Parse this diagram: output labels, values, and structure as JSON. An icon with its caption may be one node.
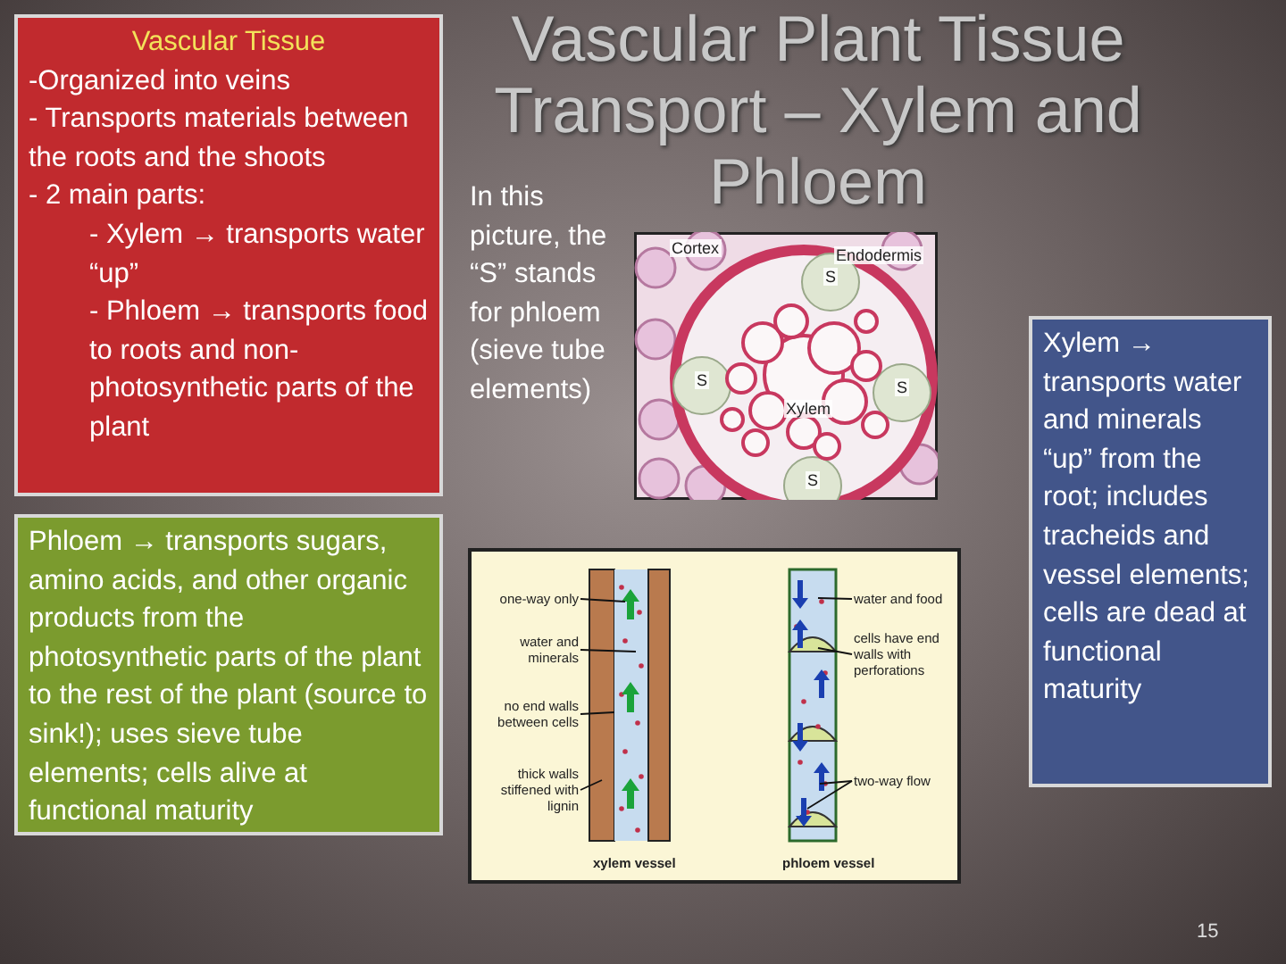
{
  "diagram": {
    "title": "Vascular Plant Tissue Transport – Xylem and Phloem",
    "nodes": [
      {
        "text": [
          "Vascular Tissue",
          "-Organized into veins",
          "- Transports materials between the roots and the shoots",
          "- 2 main parts:",
          "- Xylem → transports water “up”",
          "- Phloem → transports food to roots and non-photosynthetic parts of the plant"
        ]
      },
      {
        "text": [
          "Phloem → transports sugars, amino acids, and other organic products from the photosynthetic parts of the plant to the rest of the plant (source to sink!); uses sieve tube elements; cells alive at functional maturity"
        ]
      },
      {
        "text": [
          "Xylem → transports water and minerals “up” from the root; includes tracheids and vessel elements; cells are dead at functional maturity"
        ]
      },
      {
        "text": [
          "one-way only"
        ]
      },
      {
        "text": [
          "water and minerals"
        ]
      },
      {
        "text": [
          "no end walls between cells"
        ]
      },
      {
        "text": [
          "thick walls stiffened with lignin"
        ]
      },
      {
        "text": [
          "water and food"
        ]
      },
      {
        "text": [
          "cells have end walls with perforations"
        ]
      },
      {
        "text": [
          "two-way flow"
        ]
      }
    ],
    "edges": [
      {
        "from": 3,
        "to": null,
        "arrow": "none"
      },
      {
        "from": 4,
        "to": null,
        "arrow": "none"
      },
      {
        "from": 5,
        "to": null,
        "arrow": "none"
      },
      {
        "from": 6,
        "to": null,
        "arrow": "none"
      },
      {
        "from": 7,
        "to": null,
        "arrow": "none"
      },
      {
        "from": 8,
        "to": null,
        "arrow": "none"
      },
      {
        "from": 9,
        "to": null,
        "arrow": "none"
      },
      {
        "from": 9,
        "to": null,
        "arrow": "none"
      }
    ],
    "labels": [
      "In this picture, the “S” stands for phloem (sieve tube elements)",
      "Cortex",
      "Endodermis",
      "S",
      "S",
      "S",
      "S",
      "Xylem",
      "xylem vessel",
      "phloem vessel",
      "15"
    ]
  }
}
